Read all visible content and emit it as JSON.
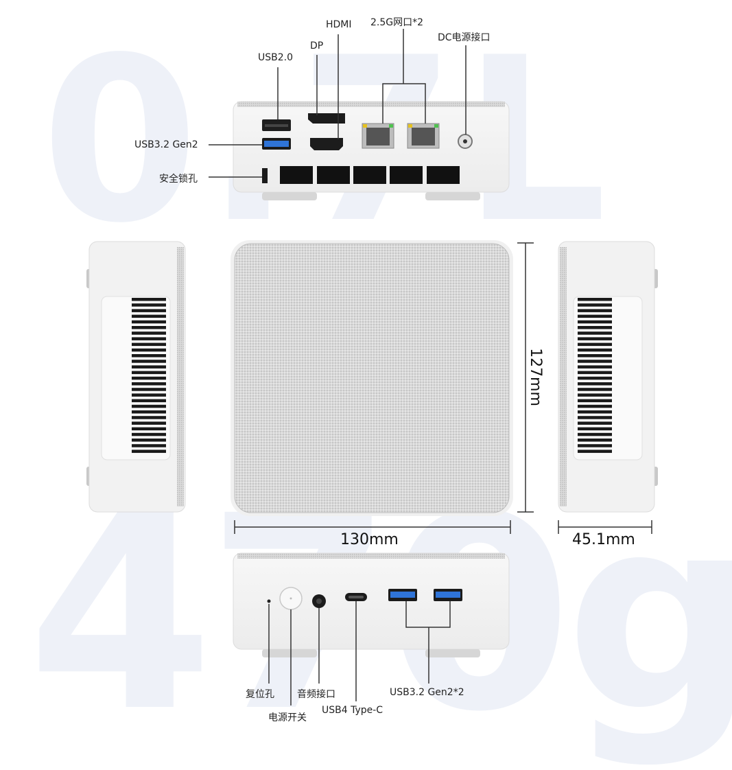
{
  "background": {
    "weight": "0.7L",
    "mass": "470g",
    "color": "#eef1f7"
  },
  "rear_labels": {
    "hdmi": "HDMI",
    "lan": "2.5G网口*2",
    "dp": "DP",
    "dc": "DC电源接口",
    "usb20": "USB2.0",
    "usb32": "USB3.2 Gen2",
    "lock": "安全锁孔"
  },
  "dimensions": {
    "height": "127mm",
    "width": "130mm",
    "depth": "45.1mm"
  },
  "front_labels": {
    "reset": "复位孔",
    "audio": "音频接口",
    "usb32x2": "USB3.2 Gen2*2",
    "power": "电源开关",
    "usb4": "USB4 Type-C"
  },
  "colors": {
    "usb3_blue": "#2f74d8",
    "body_white": "#f4f4f4",
    "mesh_gray": "#d3d3d3"
  }
}
